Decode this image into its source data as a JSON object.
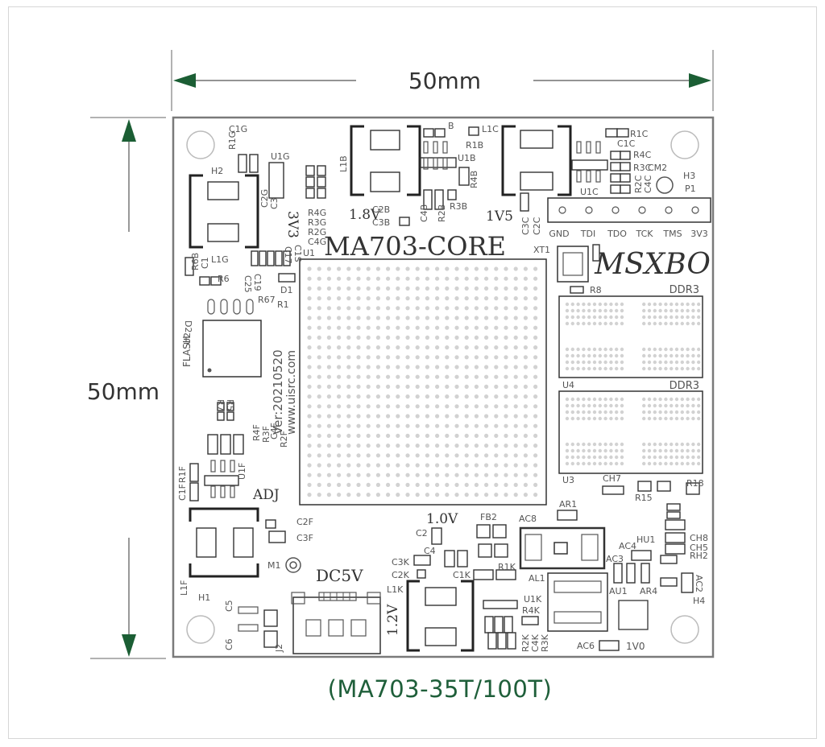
{
  "dimensions": {
    "width": "50mm",
    "height": "50mm"
  },
  "model_caption": "(MA703-35T/100T)",
  "board": {
    "title": "MA703-CORE",
    "brand": "MSXBO",
    "version": "Ver:20210520",
    "website": "www.uisrc.com",
    "voltages": [
      "1.8V",
      "1V5",
      "3V3",
      "ADJ",
      "1.0V",
      "DC5V",
      "1.2V",
      "1V0"
    ],
    "jtag_pins": [
      "GND",
      "TDI",
      "TDO",
      "TCK",
      "TMS",
      "3V3"
    ],
    "memory_labels": [
      "DDR3",
      "DDR3"
    ],
    "designators": [
      "C1G",
      "R1G",
      "U1G",
      "H2",
      "C2G",
      "C3",
      "R4G",
      "R3G",
      "R2G",
      "C4G",
      "C1S",
      "C17",
      "L1G",
      "R6B",
      "C1",
      "R6",
      "C25",
      "C19",
      "D1",
      "R67",
      "R1",
      "D2",
      "FLASH",
      "U2",
      "U1",
      "L1B",
      "C2B",
      "C3B",
      "B",
      "R1B",
      "U1B",
      "R4B",
      "C4B",
      "R2B",
      "R3B",
      "L1C",
      "C1C",
      "R1C",
      "R4C",
      "R3C",
      "CM2",
      "R2C",
      "C4C",
      "H3",
      "P1",
      "U1C",
      "C3C",
      "C2C",
      "XT1",
      "R8",
      "U4",
      "U3",
      "R7",
      "R5",
      "R4F",
      "R3F",
      "C4F",
      "R2F",
      "U1F",
      "C1F",
      "R1F",
      "C2F",
      "C3F",
      "L1F",
      "M1",
      "H1",
      "C5",
      "C6",
      "J2",
      "C2",
      "C4",
      "FB2",
      "AC8",
      "AR1",
      "CH7",
      "R18",
      "R15",
      "CH8",
      "CH5",
      "RH2",
      "HU1",
      "AC4",
      "AC3",
      "AC2",
      "H4",
      "AU1",
      "AR4",
      "AL1",
      "C3K",
      "C2K",
      "C1K",
      "R1K",
      "L1K",
      "U1K",
      "R4K",
      "R2K",
      "C4K",
      "R3K",
      "AC6"
    ]
  }
}
